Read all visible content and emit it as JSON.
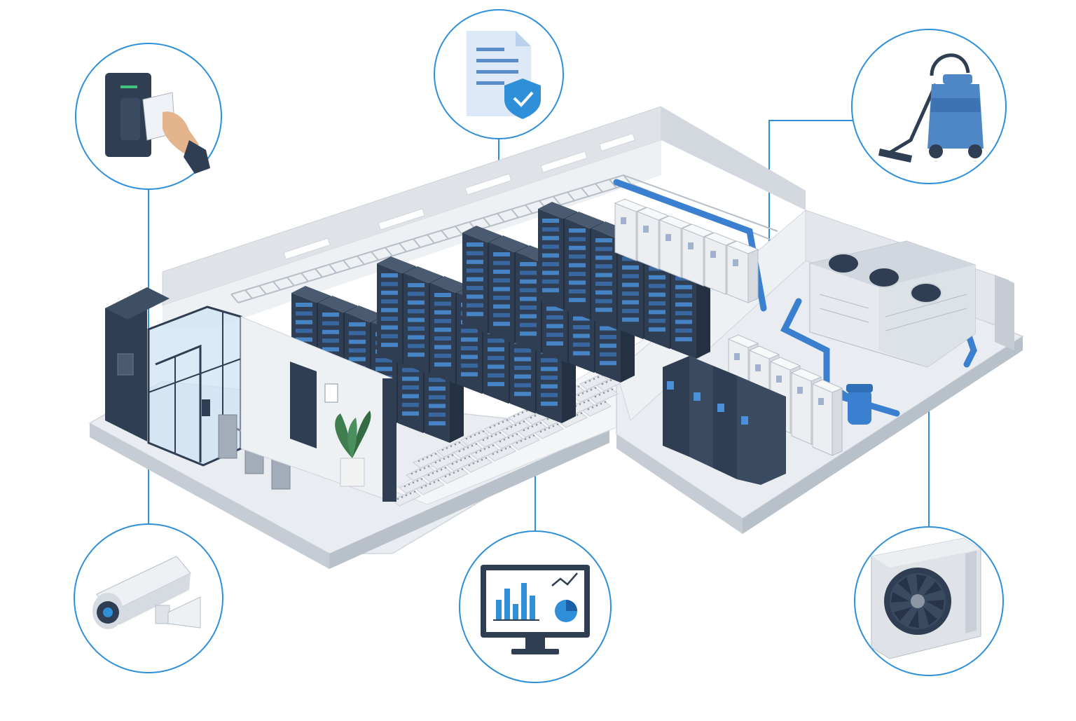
{
  "palette": {
    "accent": "#2f8fd8",
    "accent_light": "#5aa9e6",
    "navy": "#2f3e52",
    "navy_dark": "#243143",
    "floor": "#e9ecf0",
    "wall": "#dfe3e8",
    "wall_shadow": "#c6ccd4",
    "rack_light": "#4a90d9",
    "unit_light": "#eceef1",
    "plant": "#3f7d4f",
    "background": "#ffffff"
  },
  "callouts": [
    {
      "id": "access-control",
      "icon": "card-reader-icon"
    },
    {
      "id": "compliance",
      "icon": "shield-document-icon"
    },
    {
      "id": "cleaning",
      "icon": "vacuum-cleaner-icon"
    },
    {
      "id": "surveillance",
      "icon": "cctv-camera-icon"
    },
    {
      "id": "monitoring",
      "icon": "analytics-monitor-icon"
    },
    {
      "id": "cooling",
      "icon": "ac-condenser-icon"
    }
  ]
}
